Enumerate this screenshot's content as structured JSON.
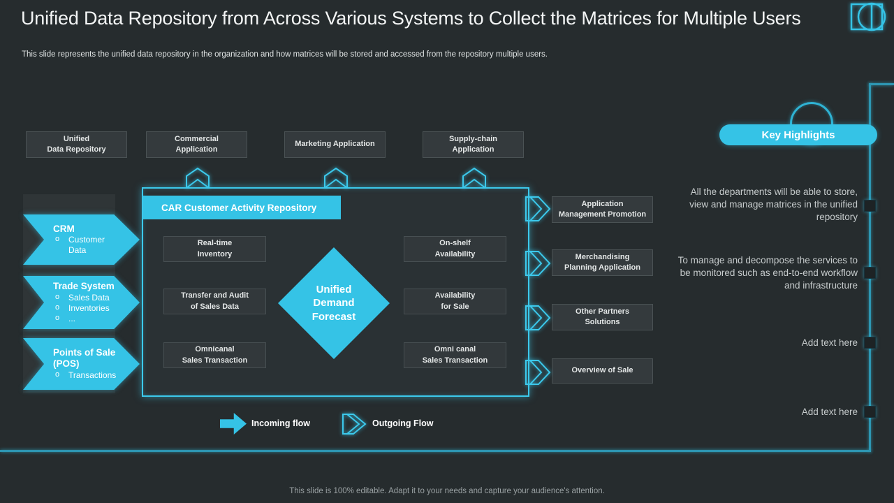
{
  "slide": {
    "title": "Unified Data Repository from Across Various Systems to Collect the Matrices for Multiple Users",
    "subtitle": "This slide represents the unified data repository in the organization and how matrices will be stored and accessed from the repository multiple users.",
    "footer": "This slide is 100% editable. Adapt it to your needs and capture your audience's attention."
  },
  "colors": {
    "background": "#262c2e",
    "accent_cyan": "#35c3e6",
    "frame_line": "#2e96b2",
    "node_fill": "#343a3d",
    "muted_text": "#c6cbcc"
  },
  "icons": {
    "logo": "square-overlapping-circle-outline",
    "incoming": "solid-right-block-arrow",
    "outgoing": "outline-right-chevron-arrow",
    "input_flow": "outline-up-chevron"
  },
  "top_row": [
    "Unified\nData Repository",
    "Commercial\nApplication",
    "Marketing Application",
    "Supply-chain\nApplication"
  ],
  "left_arrows": [
    {
      "title": "CRM",
      "bullets": [
        "Customer\nData"
      ]
    },
    {
      "title": "Trade System",
      "bullets": [
        "Sales Data",
        "Inventories",
        "..."
      ]
    },
    {
      "title": "Points of Sale\n(POS)",
      "bullets": [
        "Transactions"
      ]
    }
  ],
  "car_box": {
    "header": "CAR Customer Activity Repository",
    "left_items": [
      "Real-time\nInventory",
      "Transfer and Audit\nof Sales Data",
      "Omnicanal\nSales Transaction"
    ],
    "right_items": [
      "On-shelf\nAvailability",
      "Availability\nfor Sale",
      "Omni canal\nSales Transaction"
    ],
    "diamond": "Unified\nDemand\nForecast"
  },
  "right_outputs": [
    "Application\nManagement Promotion",
    "Merchandising\nPlanning Application",
    "Other Partners\nSolutions",
    "Overview of Sale"
  ],
  "legend": {
    "incoming": "Incoming  flow",
    "outgoing": "Outgoing  Flow"
  },
  "highlights": {
    "banner": "Key Highlights",
    "items": [
      "All the departments will be able to store, view and manage  matrices in the unified repository",
      "To manage and decompose the services to be monitored such as end-to-end workflow and infrastructure",
      "Add text here",
      "Add text here"
    ]
  }
}
